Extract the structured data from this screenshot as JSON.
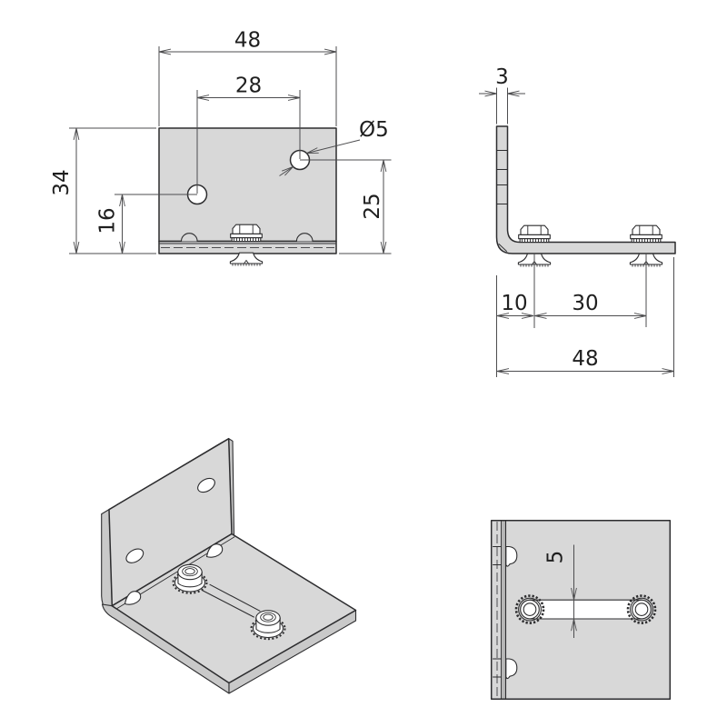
{
  "colors": {
    "background": "#ffffff",
    "plate_fill": "#d8d8d8",
    "plate_fill_shaded": "#c9c9c9",
    "bend_band": "#b6b6b6",
    "outline": "#2d2d2f",
    "dim_line": "#4d4d4f",
    "text": "#1f1f1f",
    "hole_fill": "#ffffff"
  },
  "dimensions": {
    "front": {
      "overall_width": "48",
      "hole_spacing": "28",
      "hole_diameter": "Ø5",
      "overall_height": "34",
      "left_hole_height": "16",
      "right_hole_height": "25"
    },
    "side": {
      "material_thickness": "3",
      "stud_edge_offset": "10",
      "stud_spacing": "30",
      "overall_depth": "48"
    },
    "bottom": {
      "slot_width": "5"
    }
  }
}
